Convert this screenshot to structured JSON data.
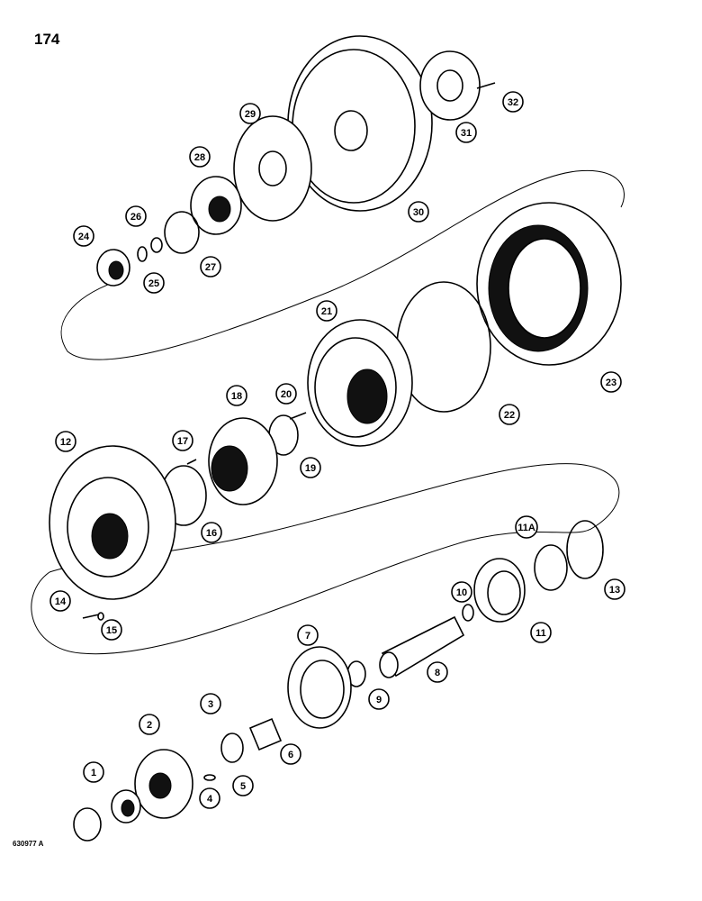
{
  "page": {
    "number": "174",
    "figure_id": "630977 A"
  },
  "callouts": [
    "1",
    "2",
    "3",
    "4",
    "5",
    "6",
    "7",
    "8",
    "9",
    "10",
    "11",
    "11A",
    "12",
    "13",
    "14",
    "15",
    "16",
    "17",
    "18",
    "19",
    "20",
    "21",
    "22",
    "23",
    "24",
    "25",
    "26",
    "27",
    "28",
    "29",
    "30",
    "31",
    "32"
  ]
}
